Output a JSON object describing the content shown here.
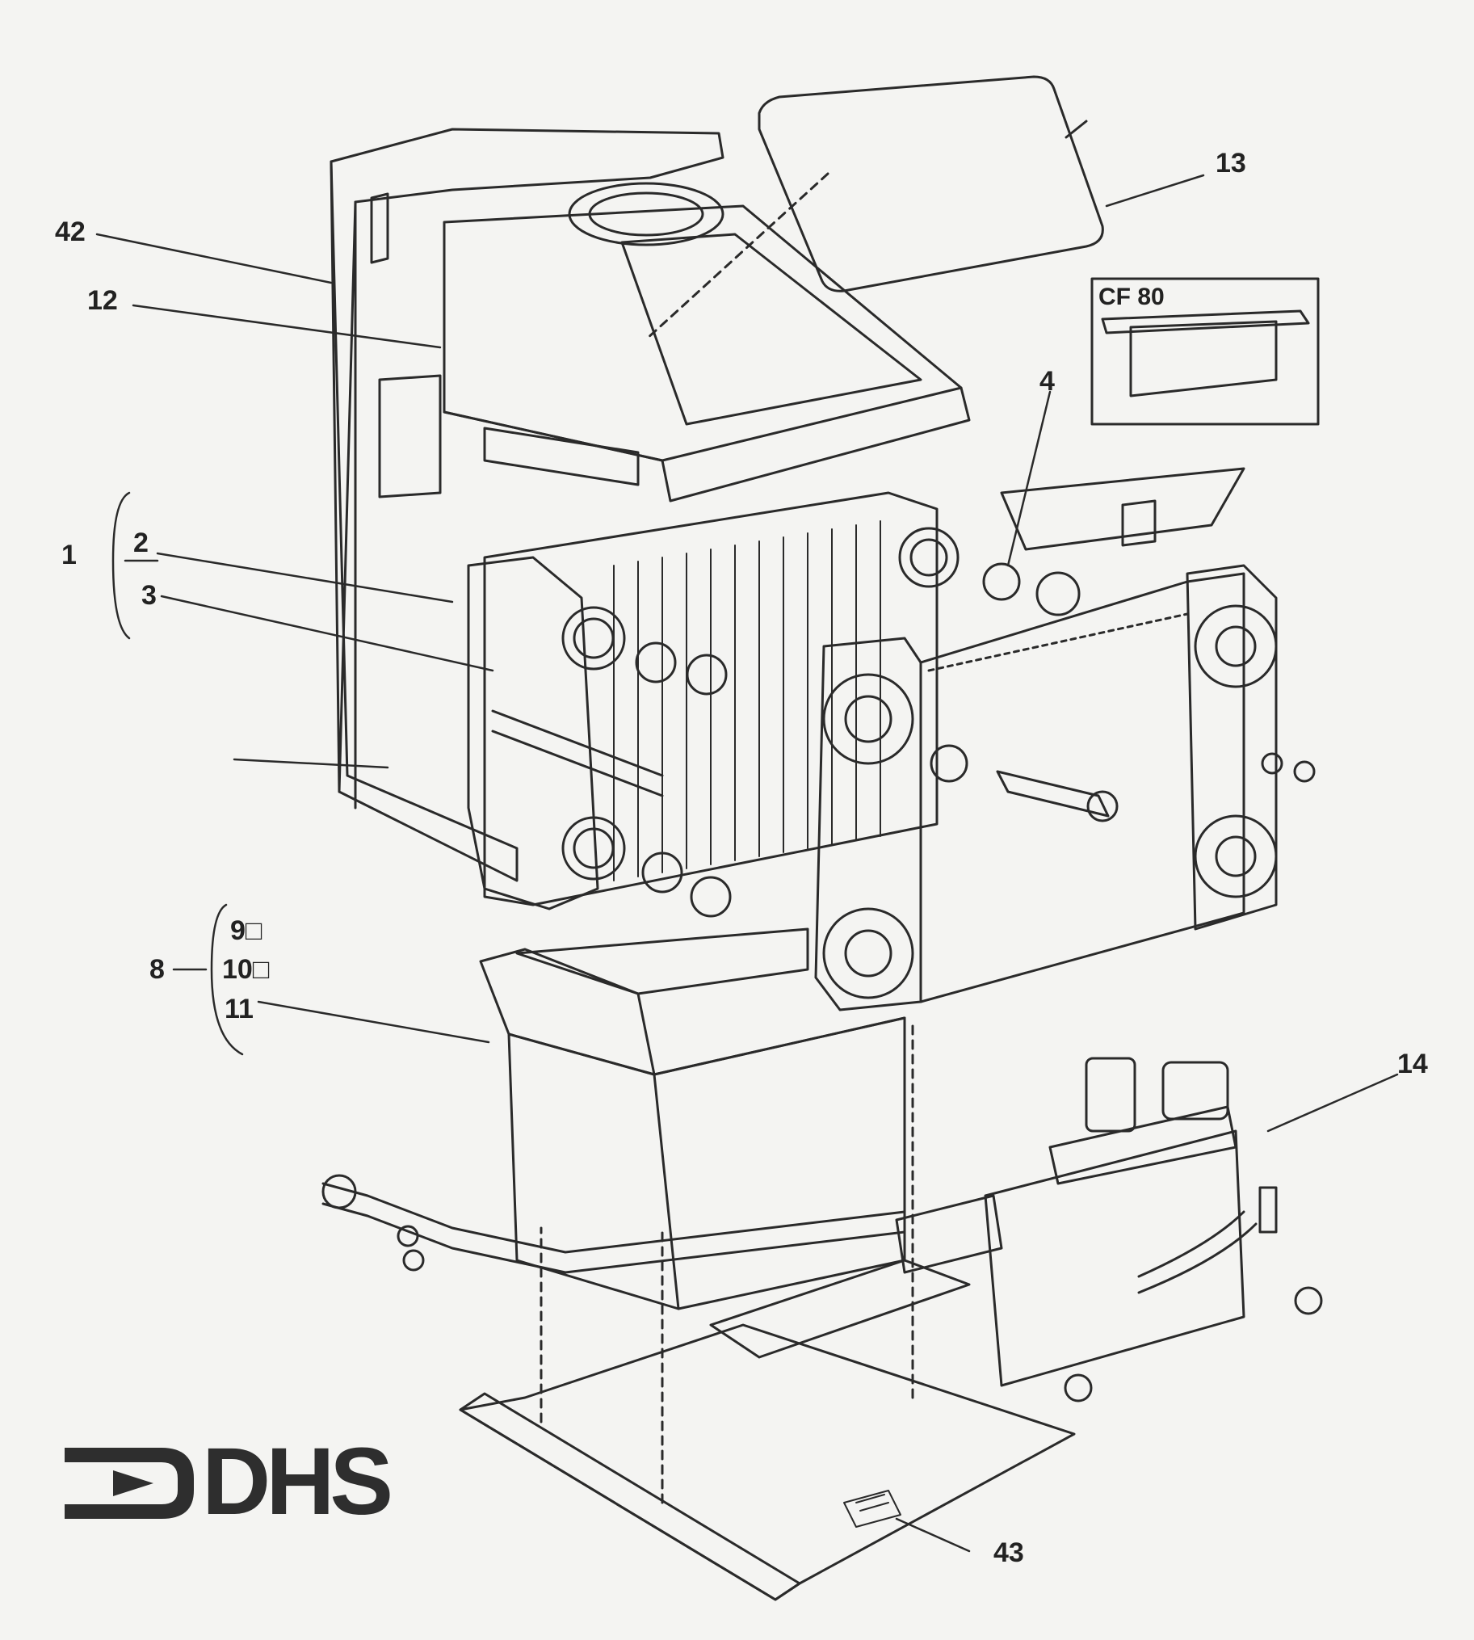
{
  "callouts": {
    "c1": "1",
    "c2": "2",
    "c3": "3",
    "c4": "4",
    "c8": "8",
    "c9": "9□",
    "c10": "10□",
    "c11": "11",
    "c12": "12",
    "c13": "13",
    "c14": "14",
    "c42": "42",
    "c43": "43"
  },
  "inset": {
    "title": "CF 80"
  },
  "logo": {
    "text": "DHS"
  },
  "colors": {
    "ink": "#2a2a2a",
    "paper": "#f4f4f2"
  }
}
